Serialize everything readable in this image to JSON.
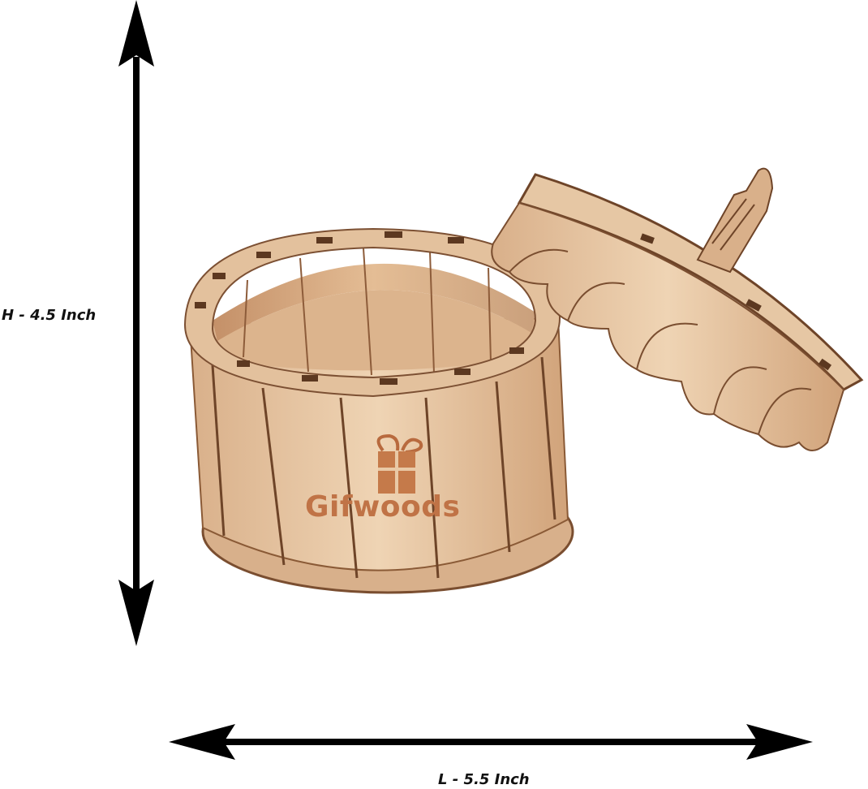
{
  "dimensions": {
    "height_label": "H - 4.5 Inch",
    "length_label": "L - 5.5 Inch"
  },
  "product": {
    "brand": "Gifwoods",
    "logo_icon": "gift-box-icon",
    "description": "round wooden box with scalloped lid"
  },
  "colors": {
    "background": "#ffffff",
    "arrow": "#000000",
    "wood_light": "#e9c9a6",
    "wood_mid": "#d7ac82",
    "wood_edge": "#8a5a36",
    "brand": "#b86a3e"
  }
}
